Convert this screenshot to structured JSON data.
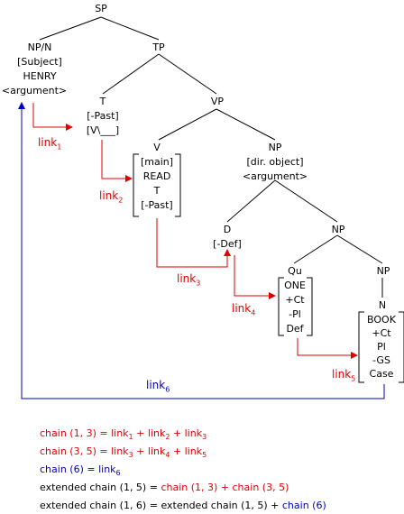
{
  "nodes": {
    "sp": "SP",
    "np_n": "NP/N",
    "subject": "[Subject]",
    "henry": "HENRY",
    "argument1": "<argument>",
    "tp": "TP",
    "t": "T",
    "past": "[-Past]",
    "v_slot": "[V\\___]",
    "vp": "VP",
    "v": "V",
    "v_feats": [
      "[main]",
      "READ",
      "T",
      "[-Past]"
    ],
    "np2": "NP",
    "dir_object": "[dir. object]",
    "argument2": "<argument>",
    "d": "D",
    "def": "[-Def]",
    "np3": "NP",
    "qu": "Qu",
    "qu_feats": [
      "ONE",
      "+Ct",
      "-Pl",
      "Def"
    ],
    "np4": "NP",
    "n": "N",
    "n_feats": [
      "BOOK",
      "+Ct",
      "Pl",
      "-GS",
      "Case"
    ]
  },
  "links": {
    "word": "link",
    "l1": "1",
    "l2": "2",
    "l3": "3",
    "l4": "4",
    "l5": "5",
    "l6": "6"
  },
  "equations": {
    "e1_lhs": "chain (1, 3) = ",
    "e1_rhs": [
      "link",
      "1",
      " + ",
      "link",
      "2",
      " + ",
      "link",
      "3"
    ],
    "e2_lhs": "chain (3, 5) = ",
    "e2_rhs": [
      "link",
      "3",
      " + ",
      "link",
      "4",
      " + ",
      "link",
      "5"
    ],
    "e3_lhs": "chain (6) = ",
    "e3_rhs": [
      "link",
      "6"
    ],
    "e4_lhs": "extended chain (1, 5) = ",
    "e4_rhs": "chain (1, 3) + chain (3, 5)",
    "e5_lhs": "extended chain (1, 6) = ",
    "e5_mid": " extended chain (1, 5) + ",
    "e5_rhs": "chain (6)"
  },
  "colors": {
    "chain_red": "#e00000",
    "chain_blue": "#0000c0",
    "tree": "#000000"
  }
}
